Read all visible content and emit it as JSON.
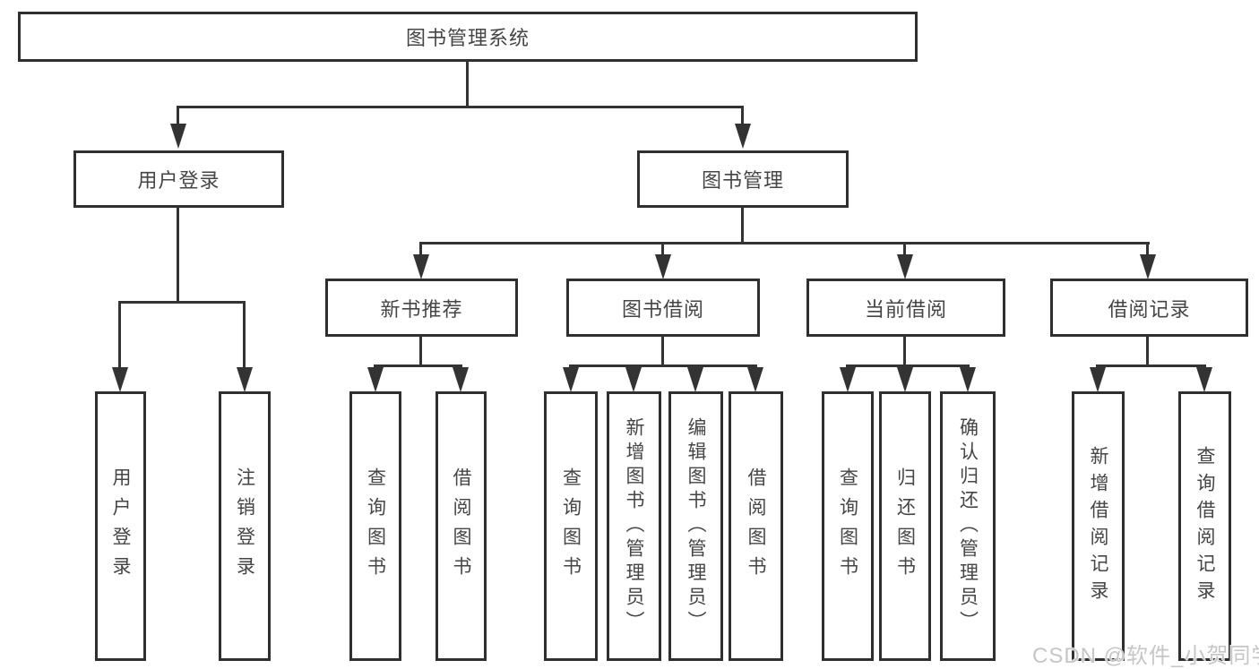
{
  "diagram": {
    "root": {
      "label": "图书管理系统"
    },
    "level1": [
      {
        "label": "用户登录"
      },
      {
        "label": "图书管理"
      }
    ],
    "level2": [
      {
        "label": "新书推荐"
      },
      {
        "label": "图书借阅"
      },
      {
        "label": "当前借阅"
      },
      {
        "label": "借阅记录"
      }
    ],
    "leaves": {
      "user": [
        {
          "label": "用户登录"
        },
        {
          "label": "注销登录"
        }
      ],
      "new_books": [
        {
          "label": "查询图书"
        },
        {
          "label": "借阅图书"
        }
      ],
      "book_borrow": [
        {
          "label": "查询图书"
        },
        {
          "label": "新增图书（管理员）"
        },
        {
          "label": "编辑图书（管理员）"
        },
        {
          "label": "借阅图书"
        }
      ],
      "current_borrow": [
        {
          "label": "查询图书"
        },
        {
          "label": "归还图书"
        },
        {
          "label": "确认归还（管理员）"
        }
      ],
      "records": [
        {
          "label": "新增借阅记录"
        },
        {
          "label": "查询借阅记录"
        }
      ]
    }
  },
  "watermark": {
    "text": "CSDN @软件_小贺同学",
    "color": "#c6c6c6"
  },
  "colors": {
    "line": "#333333",
    "border": "#2f2f2f",
    "text": "#454545",
    "background": "#ffffff"
  }
}
